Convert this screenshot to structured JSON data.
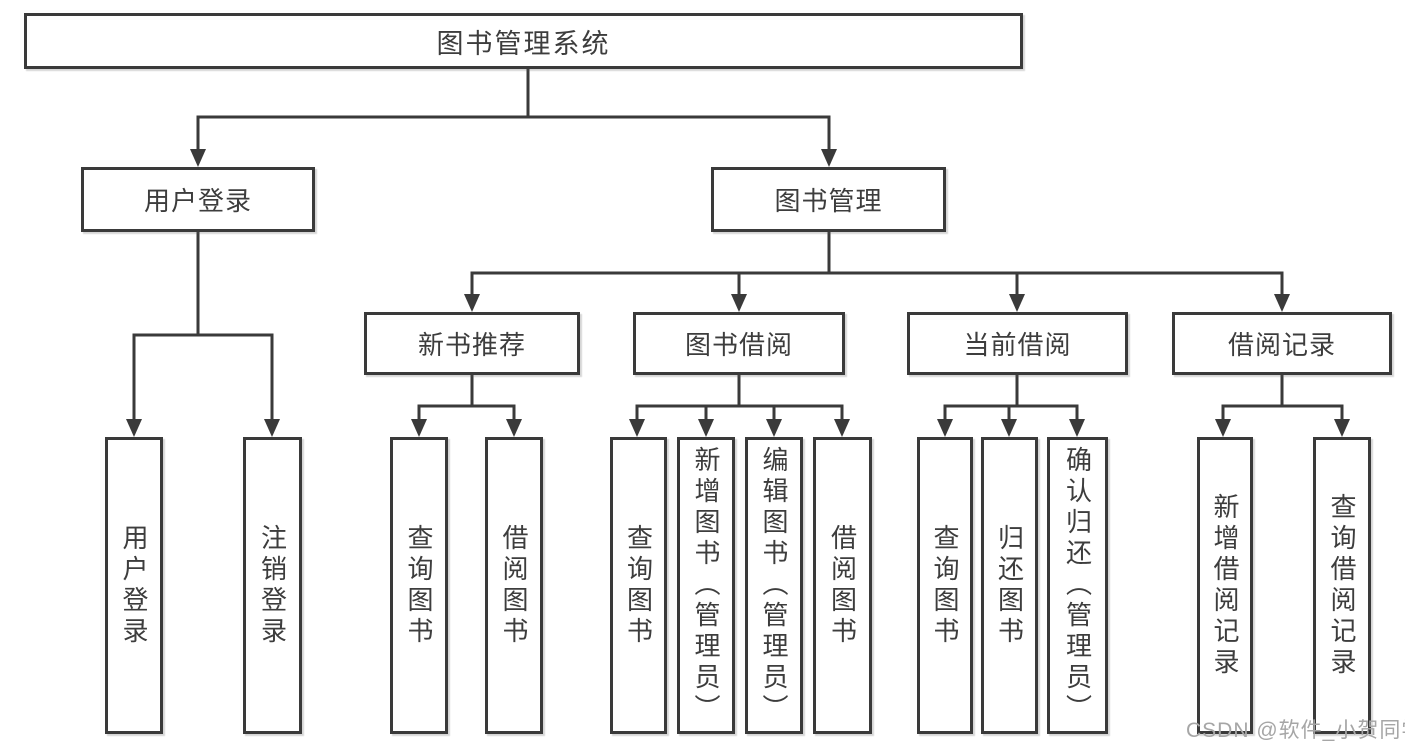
{
  "root": {
    "label": "图书管理系统"
  },
  "level2": [
    {
      "label": "用户登录"
    },
    {
      "label": "图书管理"
    }
  ],
  "level3": [
    {
      "label": "新书推荐"
    },
    {
      "label": "图书借阅"
    },
    {
      "label": "当前借阅"
    },
    {
      "label": "借阅记录"
    }
  ],
  "leaves": {
    "login": [
      {
        "label": "用户登录"
      },
      {
        "label": "注销登录"
      }
    ],
    "recommend": [
      {
        "label": "查询图书"
      },
      {
        "label": "借阅图书"
      }
    ],
    "borrow": [
      {
        "label": "查询图书"
      },
      {
        "label": "新增图书（管理员）"
      },
      {
        "label": "编辑图书（管理员）"
      },
      {
        "label": "借阅图书"
      }
    ],
    "current": [
      {
        "label": "查询图书"
      },
      {
        "label": "归还图书"
      },
      {
        "label": "确认归还（管理员）"
      }
    ],
    "records": [
      {
        "label": "新增借阅记录"
      },
      {
        "label": "查询借阅记录"
      }
    ]
  },
  "watermark": {
    "text": "CSDN @软件_小贺同学"
  },
  "colors": {
    "line": "#3a3a3a",
    "text": "#3d3d3d",
    "watermark": "#a6a6a6",
    "background": "#ffffff"
  }
}
